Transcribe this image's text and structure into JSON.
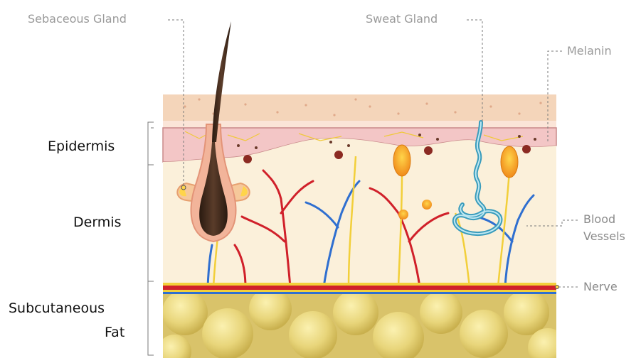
{
  "labels": {
    "sebaceous_gland": "Sebaceous Gland",
    "sweat_gland": "Sweat Gland",
    "melanin": "Melanin",
    "epidermis": "Epidermis",
    "dermis": "Dermis",
    "subcutaneous_line1": "Subcutaneous",
    "subcutaneous_line2": "Fat",
    "blood_vessels_line1": "Blood",
    "blood_vessels_line2": "Vessels",
    "nerve": "Nerve"
  },
  "colors": {
    "epidermis_top": "#f3d3b8",
    "dermis": "#fbf0d9",
    "fat": "#e5d27a",
    "artery": "#d0202a",
    "vein": "#2f6fd0",
    "nerve": "#f2cf3a",
    "hair": "#3a2418",
    "sweat_duct": "#5ab9d6",
    "melanocyte": "#8b2a22"
  }
}
